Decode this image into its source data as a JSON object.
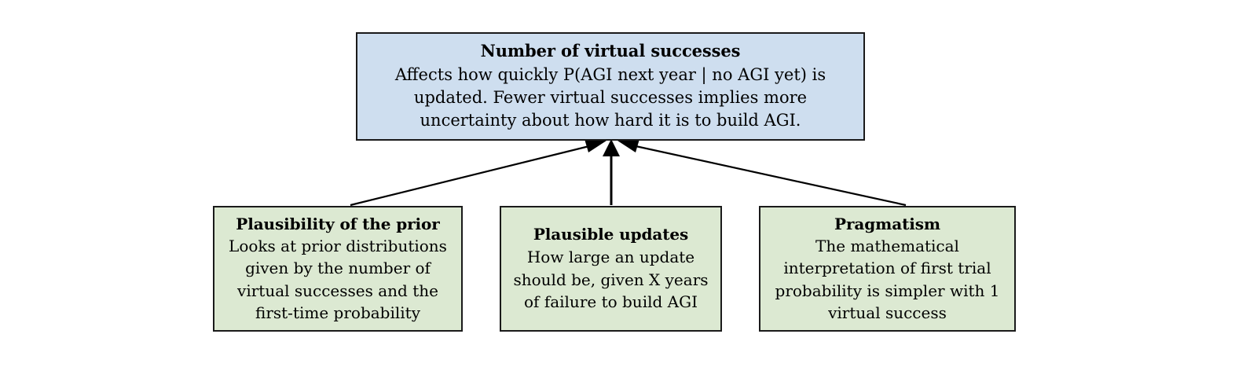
{
  "diagram": {
    "type": "tree",
    "title_text": "Number of virtual successes",
    "colors": {
      "root_fill": "#cedeef",
      "reason_fill": "#dce9d2",
      "border": "#1a1a1a",
      "arrow": "#000000",
      "background": "#ffffff",
      "text": "#000000"
    },
    "root": {
      "title": "Number of virtual successes",
      "body": "Affects how quickly P(AGI next year | no AGI yet) is updated. Fewer virtual successes implies more uncertainty about how hard it is to build AGI."
    },
    "reasons": [
      {
        "title": "Plausibility of the prior",
        "body": "Looks at prior distributions given by the number of virtual successes and the first-time probability"
      },
      {
        "title": "Plausible updates",
        "body": "How large an update should be, given  X years of failure to build AGI"
      },
      {
        "title": "Pragmatism",
        "body": "The mathematical interpretation of first trial probability is simpler with 1 virtual success"
      }
    ],
    "edges": [
      {
        "name": "edge-plausibility-to-root",
        "from": "reason-0",
        "to": "root"
      },
      {
        "name": "edge-updates-to-root",
        "from": "reason-1",
        "to": "root"
      },
      {
        "name": "edge-pragmatism-to-root",
        "from": "reason-2",
        "to": "root"
      }
    ]
  }
}
